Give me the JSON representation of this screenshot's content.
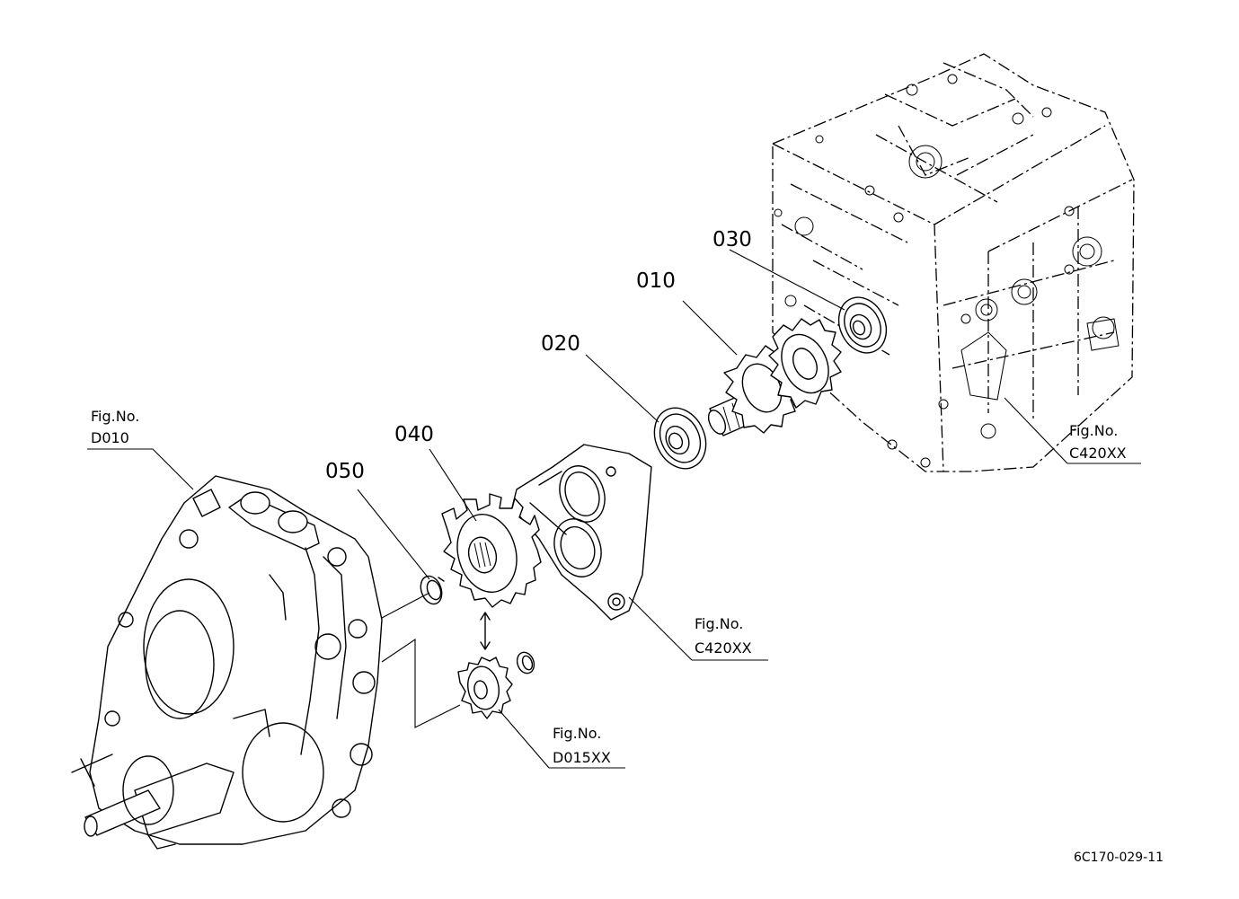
{
  "callouts": [
    {
      "id": "010",
      "text": "010"
    },
    {
      "id": "020",
      "text": "020"
    },
    {
      "id": "030",
      "text": "030"
    },
    {
      "id": "040",
      "text": "040"
    },
    {
      "id": "050",
      "text": "050"
    }
  ],
  "figure_refs": [
    {
      "line1": "Fig.No.",
      "line2": "D010"
    },
    {
      "line1": "Fig.No.",
      "line2": "C420XX"
    },
    {
      "line1": "Fig.No.",
      "line2": "C420XX"
    },
    {
      "line1": "Fig.No.",
      "line2": "D015XX"
    }
  ],
  "drawing_code": "6C170-029-11"
}
